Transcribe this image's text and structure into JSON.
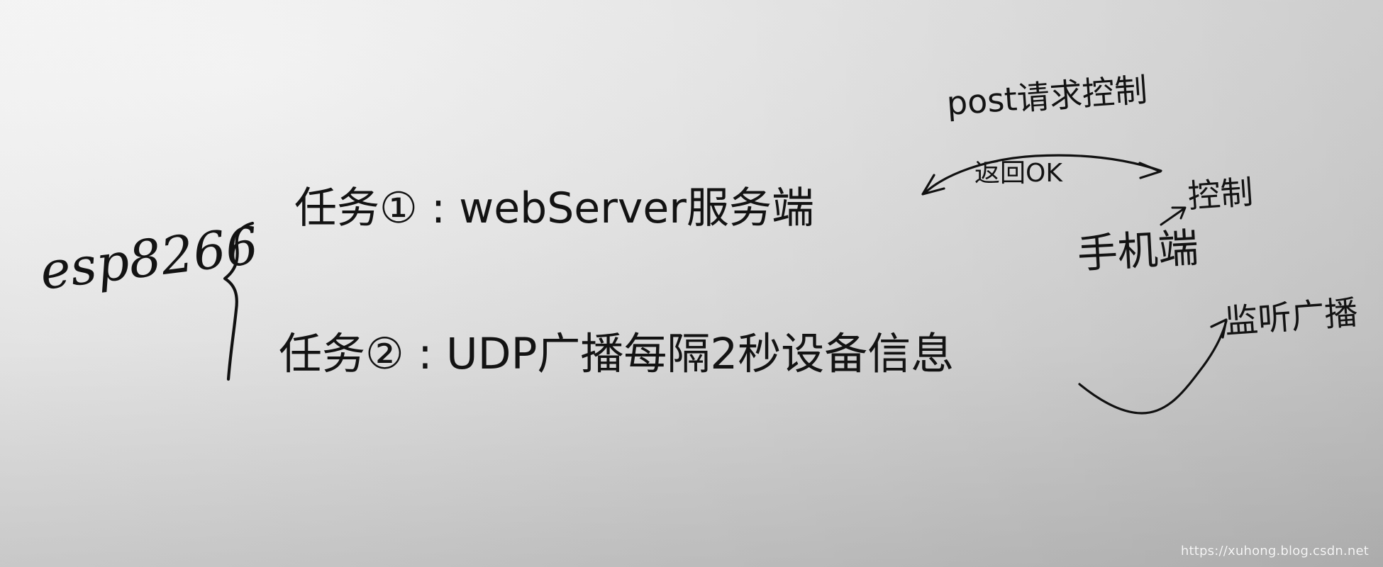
{
  "diagram": {
    "root": "esp8266",
    "task_1": "任务① : webServer服务端",
    "task_2": "任务② : UDP广播每隔2秒设备信息",
    "post_request_control": "post请求控制",
    "return_ok": "返回OK",
    "control": "控制",
    "phone_side": "手机端",
    "listen_broadcast": "监听广播"
  },
  "watermark": "https://xuhong.blog.csdn.net",
  "colors": {
    "ink": "#131313",
    "paper": "#e9e9e9"
  }
}
